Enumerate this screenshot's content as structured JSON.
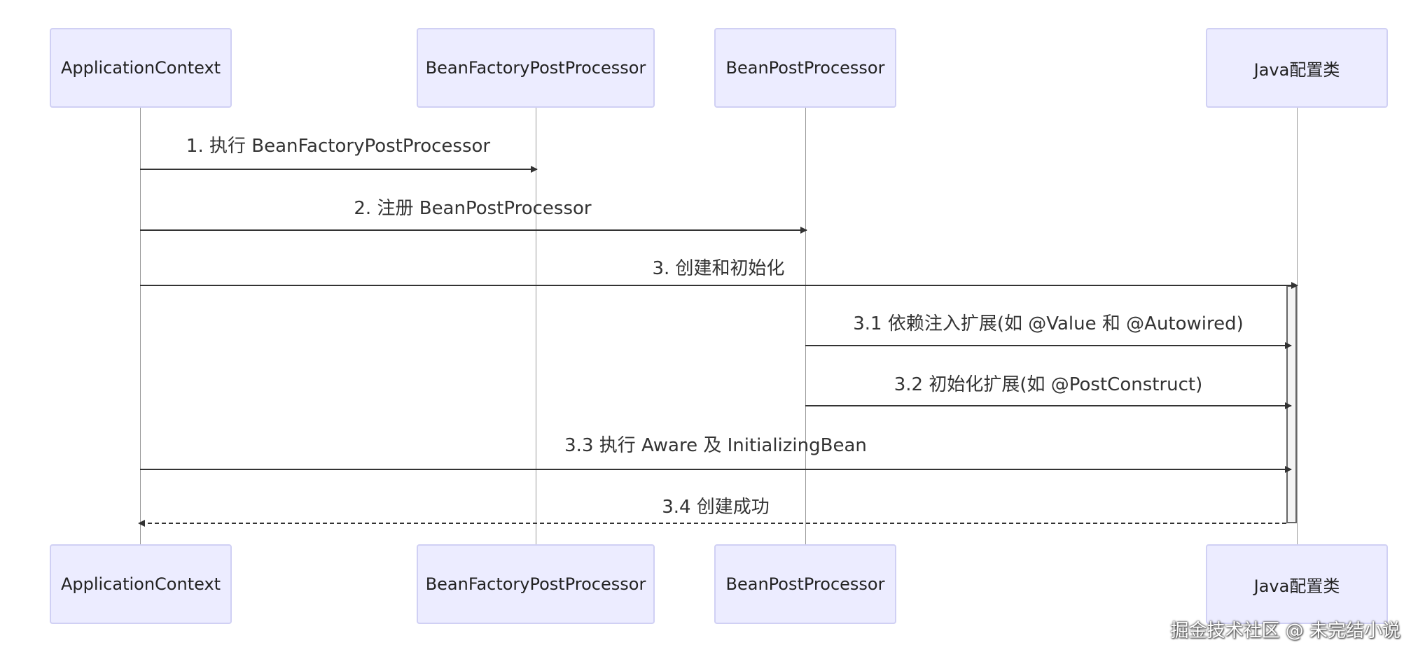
{
  "participants": [
    {
      "label": "ApplicationContext"
    },
    {
      "label": "BeanFactoryPostProcessor"
    },
    {
      "label": "BeanPostProcessor"
    },
    {
      "label": "Java配置类"
    }
  ],
  "messages": [
    {
      "label": "1. 执行 BeanFactoryPostProcessor",
      "from": "ApplicationContext",
      "to": "BeanFactoryPostProcessor",
      "style": "solid"
    },
    {
      "label": "2. 注册 BeanPostProcessor",
      "from": "ApplicationContext",
      "to": "BeanPostProcessor",
      "style": "solid"
    },
    {
      "label": "3. 创建和初始化",
      "from": "ApplicationContext",
      "to": "Java配置类",
      "style": "solid"
    },
    {
      "label": "3.1 依赖注入扩展(如 @Value 和 @Autowired)",
      "from": "BeanPostProcessor",
      "to": "Java配置类",
      "style": "solid"
    },
    {
      "label": "3.2 初始化扩展(如 @PostConstruct)",
      "from": "BeanPostProcessor",
      "to": "Java配置类",
      "style": "solid"
    },
    {
      "label": "3.3 执行 Aware 及 InitializingBean",
      "from": "ApplicationContext",
      "to": "Java配置类",
      "style": "solid"
    },
    {
      "label": "3.4 创建成功",
      "from": "Java配置类",
      "to": "ApplicationContext",
      "style": "dashed"
    }
  ],
  "watermark": "掘金技术社区 @ 未完结小说"
}
